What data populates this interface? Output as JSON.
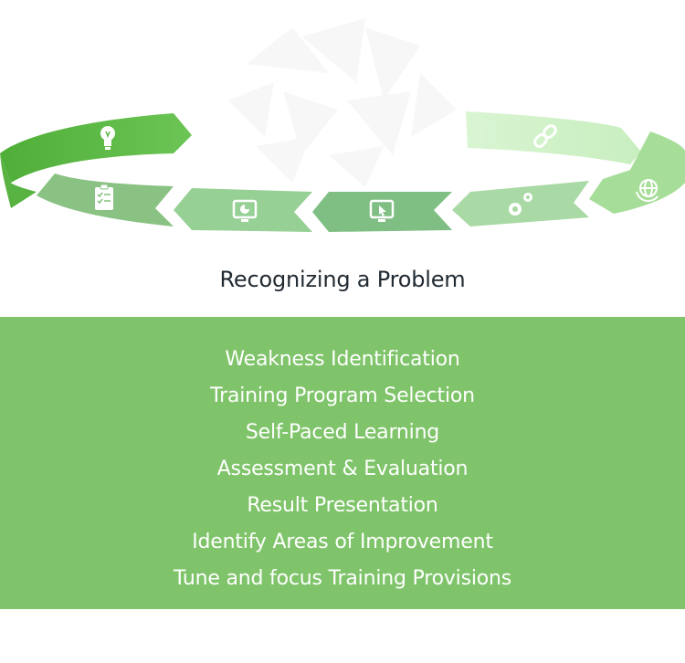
{
  "diagram": {
    "title": "Recognizing a Problem",
    "steps": [
      "Weakness Identification",
      "Training Program Selection",
      "Self-Paced Learning",
      "Assessment & Evaluation",
      "Result Presentation",
      "Identify Areas of Improvement",
      "Tune and focus Training Provisions"
    ],
    "segment_icons": [
      "lightbulb-icon",
      "link-icon",
      "globe-refresh-icon",
      "gears-icon",
      "cursor-screen-icon",
      "pie-chart-screen-icon",
      "clipboard-checklist-icon"
    ],
    "colors": {
      "panel": "#7fc46a",
      "segment_dark": "#5fba46",
      "segment_mid": "#8cc98a",
      "segment_light": "#c4ecbd",
      "text_dark": "#222b33",
      "text_light": "#ffffff"
    }
  }
}
